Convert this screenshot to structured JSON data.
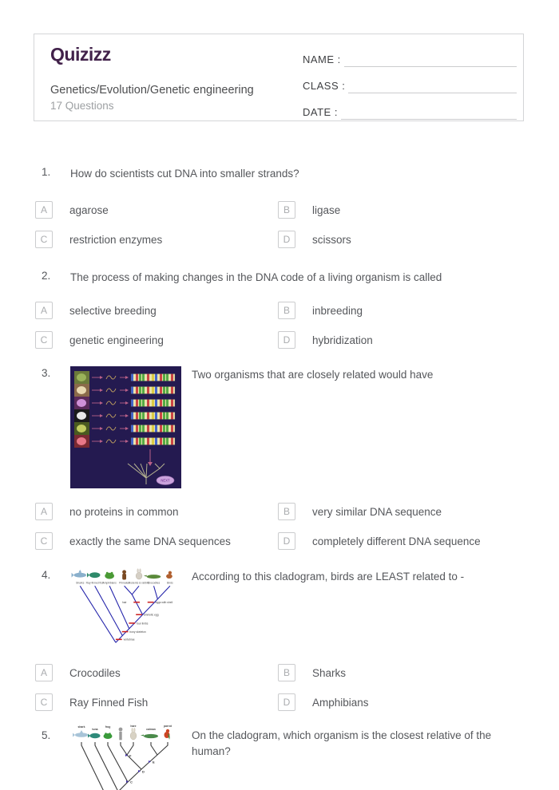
{
  "header": {
    "logo": "Quizizz",
    "title": "Genetics/Evolution/Genetic engineering",
    "subtitle": "17 Questions",
    "fields": [
      {
        "label": "NAME :"
      },
      {
        "label": "CLASS :"
      },
      {
        "label": "DATE :"
      }
    ]
  },
  "questions": [
    {
      "number": "1.",
      "text": "How do scientists cut DNA into smaller strands?",
      "options": [
        {
          "letter": "A",
          "text": "agarose"
        },
        {
          "letter": "B",
          "text": "ligase"
        },
        {
          "letter": "C",
          "text": "restriction enzymes"
        },
        {
          "letter": "D",
          "text": "scissors"
        }
      ]
    },
    {
      "number": "2.",
      "text": "The process of making changes in the DNA code of a living organism is called",
      "options": [
        {
          "letter": "A",
          "text": "selective breeding"
        },
        {
          "letter": "B",
          "text": "inbreeding"
        },
        {
          "letter": "C",
          "text": "genetic engineering"
        },
        {
          "letter": "D",
          "text": "hybridization"
        }
      ]
    },
    {
      "number": "3.",
      "text": "Two organisms that are closely related would have",
      "options": [
        {
          "letter": "A",
          "text": "no proteins in common"
        },
        {
          "letter": "B",
          "text": "very similar DNA sequence"
        },
        {
          "letter": "C",
          "text": "exactly the same DNA sequences"
        },
        {
          "letter": "D",
          "text": "completely different DNA sequence"
        }
      ]
    },
    {
      "number": "4.",
      "text": "According to this cladogram, birds are LEAST related to -",
      "options": [
        {
          "letter": "A",
          "text": "Crocodiles"
        },
        {
          "letter": "B",
          "text": "Sharks"
        },
        {
          "letter": "C",
          "text": "Ray Finned Fish"
        },
        {
          "letter": "D",
          "text": "Amphibians"
        }
      ]
    },
    {
      "number": "5.",
      "text": "On the cladogram, which organism is the closest relative of the human?"
    }
  ],
  "images": {
    "q3": {
      "button": "NEXT"
    },
    "q4": {
      "taxa": [
        "Sharks",
        "Ray-finned fish",
        "Amphibians",
        "Primates",
        "Rodents & rabbits",
        "Crocodiles",
        "Birds"
      ],
      "traits": [
        "vertebrae",
        "bony skeleton",
        "four limbs",
        "amniotic egg",
        "hair",
        "eggs with shell"
      ]
    },
    "q5": {
      "taxa": [
        "shark",
        "tuna",
        "frog",
        "hare",
        "caiman",
        "parrot"
      ],
      "nodes": [
        "F",
        "E",
        "D",
        "C"
      ]
    }
  }
}
